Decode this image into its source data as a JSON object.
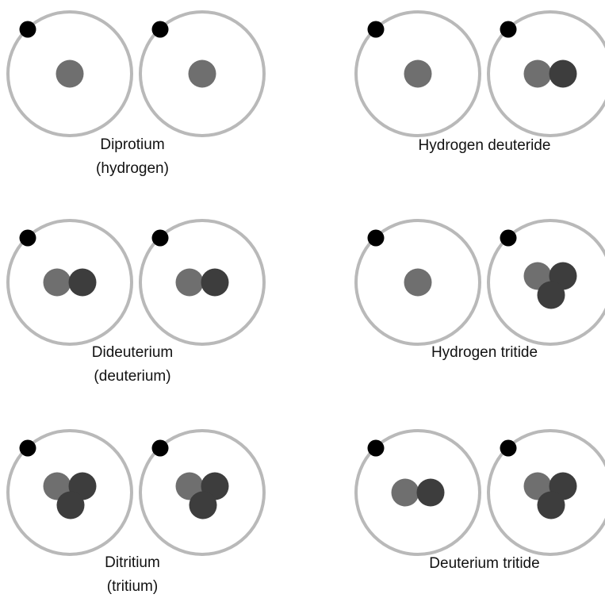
{
  "molecules": [
    {
      "name": "Diprotium",
      "alt_name": "(hydrogen)",
      "atoms": [
        {
          "nucleus": [
            "proton"
          ]
        },
        {
          "nucleus": [
            "proton"
          ]
        }
      ]
    },
    {
      "name": "Hydrogen deuteride",
      "alt_name": "",
      "atoms": [
        {
          "nucleus": [
            "proton"
          ]
        },
        {
          "nucleus": [
            "proton",
            "neutron"
          ]
        }
      ]
    },
    {
      "name": "Dideuterium",
      "alt_name": "(deuterium)",
      "atoms": [
        {
          "nucleus": [
            "proton",
            "neutron"
          ]
        },
        {
          "nucleus": [
            "proton",
            "neutron"
          ]
        }
      ]
    },
    {
      "name": "Hydrogen tritide",
      "alt_name": "",
      "atoms": [
        {
          "nucleus": [
            "proton"
          ]
        },
        {
          "nucleus": [
            "proton",
            "neutron",
            "neutron"
          ]
        }
      ]
    },
    {
      "name": "Ditritium",
      "alt_name": "(tritium)",
      "atoms": [
        {
          "nucleus": [
            "proton",
            "neutron",
            "neutron"
          ]
        },
        {
          "nucleus": [
            "proton",
            "neutron",
            "neutron"
          ]
        }
      ]
    },
    {
      "name": "Deuterium tritide",
      "alt_name": "",
      "atoms": [
        {
          "nucleus": [
            "proton",
            "neutron"
          ]
        },
        {
          "nucleus": [
            "proton",
            "neutron",
            "neutron"
          ]
        }
      ]
    }
  ],
  "colors": {
    "orbit": "#b9b9b9",
    "electron": "#000000",
    "proton": "#6f6f6f",
    "neutron": "#3d3d3d"
  }
}
